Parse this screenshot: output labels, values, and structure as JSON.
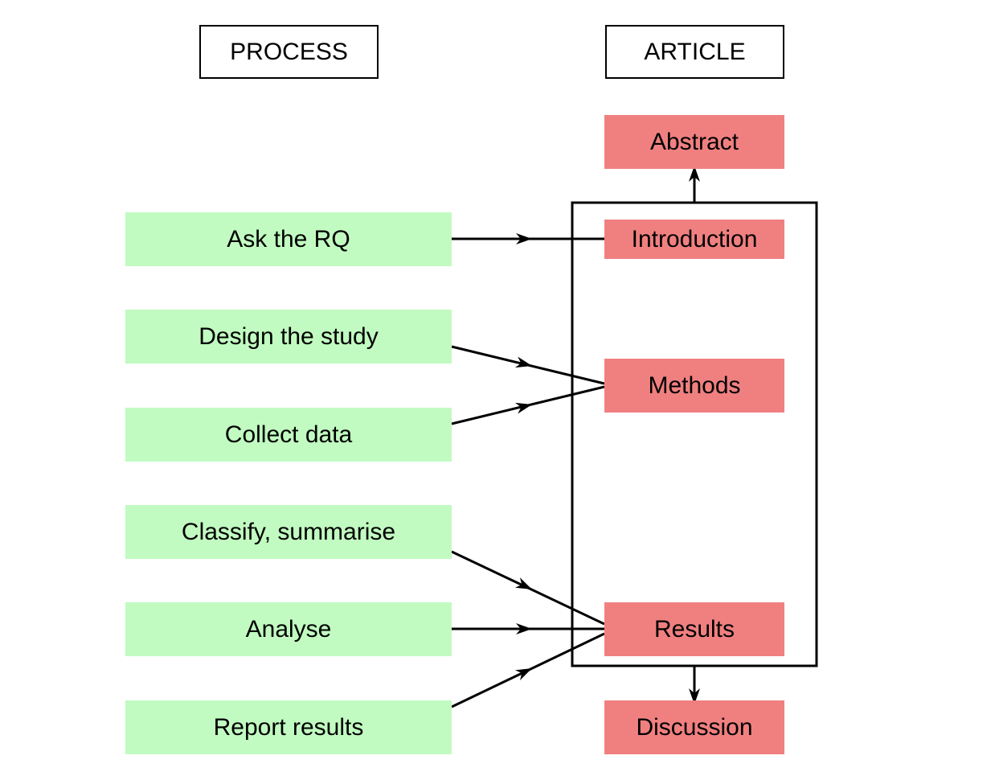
{
  "headers": {
    "process": "PROCESS",
    "article": "ARTICLE"
  },
  "process_steps": [
    "Ask the RQ",
    "Design the study",
    "Collect data",
    "Classify, summarise",
    "Analyse",
    "Report results"
  ],
  "article_sections": [
    "Abstract",
    "Introduction",
    "Methods",
    "Results",
    "Discussion"
  ],
  "colors": {
    "process_fill": "#c1fbc1",
    "article_fill": "#f08080",
    "line": "#000000"
  },
  "links": [
    {
      "from": "Ask the RQ",
      "to": "Introduction"
    },
    {
      "from": "Design the study",
      "to": "Methods"
    },
    {
      "from": "Collect data",
      "to": "Methods"
    },
    {
      "from": "Classify, summarise",
      "to": "Results"
    },
    {
      "from": "Analyse",
      "to": "Results"
    },
    {
      "from": "Report results",
      "to": "Results"
    },
    {
      "from": "Introduction",
      "to": "Abstract"
    },
    {
      "from": "Results",
      "to": "Discussion"
    }
  ]
}
